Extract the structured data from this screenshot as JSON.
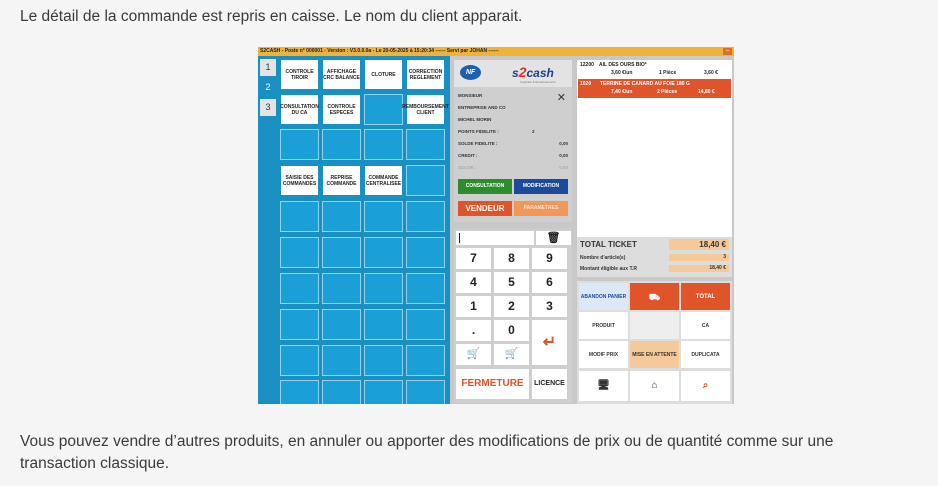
{
  "top_text": "Le détail de la commande est repris en caisse. Le nom du client apparait.",
  "bottom_text": "Vous pouvez vendre d’autres produits, en annuler ou apporter des modifications de prix ou de quantité comme sur une transaction classique.",
  "titlebar": {
    "text": "S2CASH - Poste n° 000001 - Version : V3.0.0.0a - Le 20-05-2025 à 15:20:34 ------ Servi par JOHAN ------",
    "min": "–"
  },
  "tabs": [
    "1",
    "2",
    "3"
  ],
  "grid_buttons": {
    "controle_tiroir": "CONTROLE TIROIR",
    "affichage_balance": "AFFICHAGE CRC BALANCE",
    "cloture": "CLOTURE",
    "correction_reglement": "CORRECTION REGLEMENT",
    "consultation_ca": "CONSULTATION DU CA",
    "controle_especes": "CONTROLE ESPECES",
    "remboursement_client": "REMBOURSEMENT CLIENT",
    "saisie_commandes": "SAISIE DES COMMANDES",
    "reprise_commande": "REPRISE COMMANDE",
    "commande_centralisee": "COMMANDE CENTRALISEE"
  },
  "logo": {
    "nf": "NF",
    "s": "s",
    "two": "2",
    "cash": "cash",
    "sub": "Logiciels & Encaissements"
  },
  "customer": {
    "civility": "MONSIEUR",
    "company": "ENTREPRISE AND CO",
    "name": "MICHEL MORIN",
    "points_label": "POINTS FIDELITE :",
    "points_value": "2",
    "solde_label": "SOLDE FIDELITE :",
    "solde_value": "0,00",
    "credit_label": "CREDIT :",
    "credit_value": "0,00",
    "solde2_label": "SOLDE :",
    "solde2_value": "0,00"
  },
  "info_buttons": {
    "consultation": "CONSULTATION",
    "modification": "MODIFICATION",
    "vendeur": "VENDEUR",
    "parametres": "PARAMETRES"
  },
  "keypad": {
    "keys": [
      "7",
      "8",
      "9",
      "4",
      "5",
      "6",
      "1",
      "2",
      "3",
      ".",
      "0"
    ],
    "fermeture": "FERMETURE",
    "licence": "LICENCE"
  },
  "ticket": {
    "line1_code": "12200",
    "line1_name": "AIL DES OURS BIO*",
    "line1_unit": "3,60 €/un",
    "line1_qty": "1 Pièce",
    "line1_total": "3,60 €",
    "line2_code": "1020",
    "line2_name": "TERRINE DE CANARD AU FOIE 180 G",
    "line2_unit": "7,40 €/un",
    "line2_qty": "2 Pièces",
    "line2_total": "14,80 €"
  },
  "totals": {
    "total_label": "TOTAL TICKET",
    "total_value": "18,40 €",
    "articles_label": "Nombre d'article(s)",
    "articles_value": "3",
    "tr_label": "Montant éligible aux T.R",
    "tr_value": "18,40 €"
  },
  "actions": {
    "abandon": "ABANDON PANIER",
    "total": "TOTAL",
    "produit": "PRODUIT",
    "ca": "CA",
    "modif_prix": "MODIF PRIX",
    "mise_attente": "MISE EN ATTENTE",
    "duplicata": "DUPLICATA"
  },
  "colors": {
    "accent_orange": "#e0542a",
    "panel_blue": "#1a8fc2",
    "green": "#2e8b2e",
    "navy": "#1e4a9a"
  }
}
